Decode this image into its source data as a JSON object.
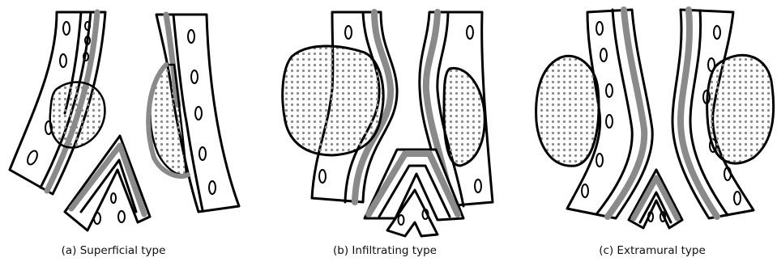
{
  "colors": {
    "wall": "#ffffff",
    "muscle_band": "#8a8a8a",
    "outline": "#000000",
    "stipple": "#8c8c8c",
    "background": "#ffffff"
  },
  "panels": [
    {
      "id": "a",
      "caption": "(a) Superficial type"
    },
    {
      "id": "b",
      "caption": "(b) Infiltrating type"
    },
    {
      "id": "c",
      "caption": "(c) Extramural type"
    }
  ]
}
